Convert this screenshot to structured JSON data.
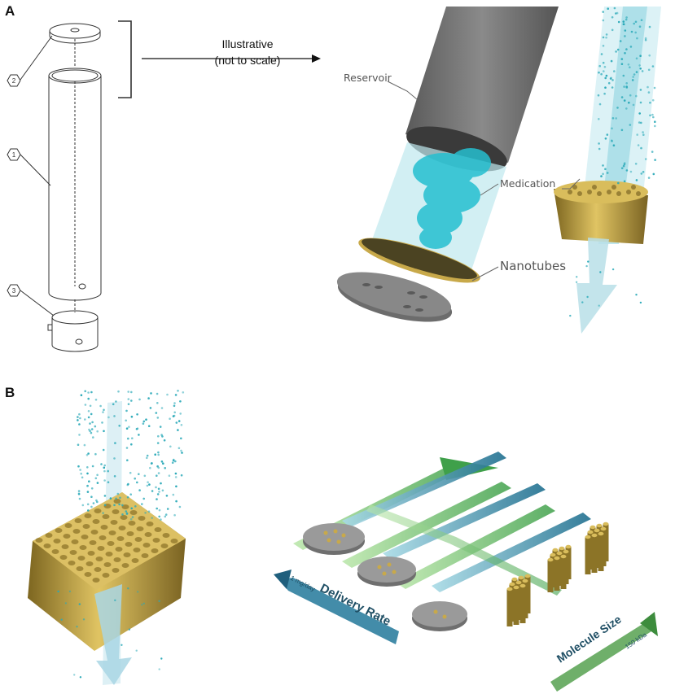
{
  "panels": {
    "a_label": "A",
    "b_label": "B"
  },
  "illustrative": {
    "line1": "Illustrative",
    "line2": "(not to scale)"
  },
  "technical_drawing": {
    "part_numbers": [
      "2",
      "1",
      "3"
    ]
  },
  "callouts": {
    "reservoir": "Reservoir",
    "medication": "Medication",
    "nanotubes": "Nanotubes"
  },
  "axes": {
    "delivery_rate": "Delivery Rate",
    "delivery_rate_unit": "1 mg/day",
    "molecule_size": "Molecule Size",
    "molecule_size_unit": "150 kDa"
  },
  "colors": {
    "gold": "#c8a94a",
    "teal": "#2aa9b8",
    "reservoir_gray": "#6e6e6e",
    "green": "#6dbb5a",
    "blue": "#2f7fa0"
  }
}
